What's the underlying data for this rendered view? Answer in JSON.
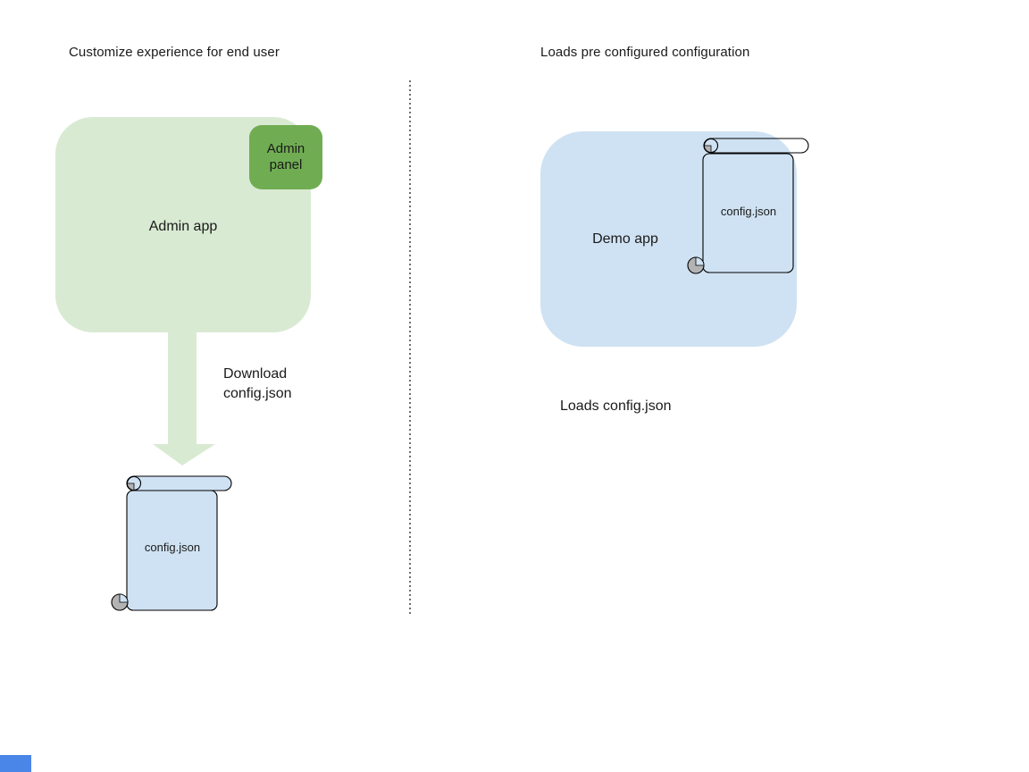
{
  "colors": {
    "app_green": "#d9ead3",
    "panel_green": "#70ad52",
    "arrow_green": "#d9ead3",
    "app_blue": "#cfe2f3",
    "scroll_fill": "#cfe2f3",
    "curl_gray": "#b3b3b3",
    "divider_gray": "#6e6e6e",
    "text_dark": "#1a1a1a",
    "corner_blue": "#4a86e8"
  },
  "left": {
    "title": "Customize experience for end user",
    "admin_app_label": "Admin app",
    "admin_panel_label": "Admin panel",
    "arrow_caption": "Download config.json",
    "config_file_label": "config.json"
  },
  "right": {
    "title": "Loads pre configured configuration",
    "demo_app_label": "Demo app",
    "config_file_label": "config.json",
    "caption": "Loads config.json"
  }
}
